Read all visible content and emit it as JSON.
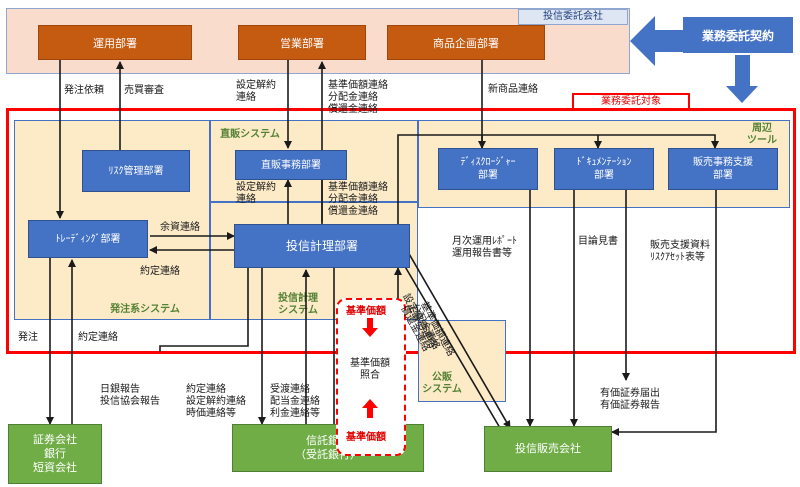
{
  "top_company": "投信委託会社",
  "contract_label": "業務委託契約",
  "scope_label": "業務委託対象",
  "peripheral_label": "周辺\nツール",
  "top_depts": {
    "operations": "運用部署",
    "sales": "営業部署",
    "product": "商品企画部署"
  },
  "depts": {
    "risk": "ﾘｽｸ管理部署",
    "direct_office": "直販事務部署",
    "disclosure": "ﾃﾞｨｽｸﾛｰｼﾞｬｰ\n部署",
    "documentation": "ﾄﾞｷｭﾒﾝﾃｰｼｮﾝ\n部署",
    "sales_support": "販売事務支援\n部署",
    "trading": "ﾄﾚｰﾃﾞｨﾝｸﾞ部署",
    "fund_accounting": "投信計理部署"
  },
  "systems": {
    "direct": "直販システム",
    "order": "発注系システム",
    "accounting": "投信計理\nシステム",
    "public": "公販\nシステム"
  },
  "external": {
    "securities": "証券会社\n銀行\n短資会社",
    "trust_bank": "信託銀行\n（受託銀行）",
    "distributor": "投信販売会社"
  },
  "flows": {
    "order_request": "発注依頼",
    "trade_review": "売買審査",
    "contract_set_1": "設定解約\n連絡",
    "nav_contacts_1": "基準価額連絡\n分配金連絡\n償還金連絡",
    "new_product": "新商品連絡",
    "contract_set_2": "設定解約\n連絡",
    "nav_contacts_2": "基準価額連絡\n分配金連絡\n償還金連絡",
    "surplus": "余資連絡",
    "execution": "約定連絡",
    "monthly_report": "月次運用ﾚﾎﾟｰﾄ\n運用報告書等",
    "prospectus": "目論見書",
    "sales_materials": "販売支援資料\nﾘｽｸｱｾｯﾄ表等",
    "order": "発注",
    "execution_2": "約定連絡",
    "boj_report": "日銀報告\n投信協会報告",
    "contract_multi": "約定連絡\n設定解約連絡\n時価連絡等",
    "settlement": "受渡連絡\n配当金連絡\n利金連絡等",
    "nav_diag_1": "基準価額連絡",
    "nav_diag_2": "分配金連絡",
    "nav_diag_3": "償還金連絡",
    "nav_diag_4": "設定解約連絡",
    "securities_filing": "有価証券届出\n有価証券報告"
  },
  "nav_check": {
    "top": "基準価額",
    "middle": "基準価額\n照合",
    "bottom": "基準価額"
  },
  "colors": {
    "orange": "#c55a11",
    "blue": "#4472c4",
    "green": "#70ad47",
    "red": "#ff0000",
    "zone": "#fdebc8"
  }
}
